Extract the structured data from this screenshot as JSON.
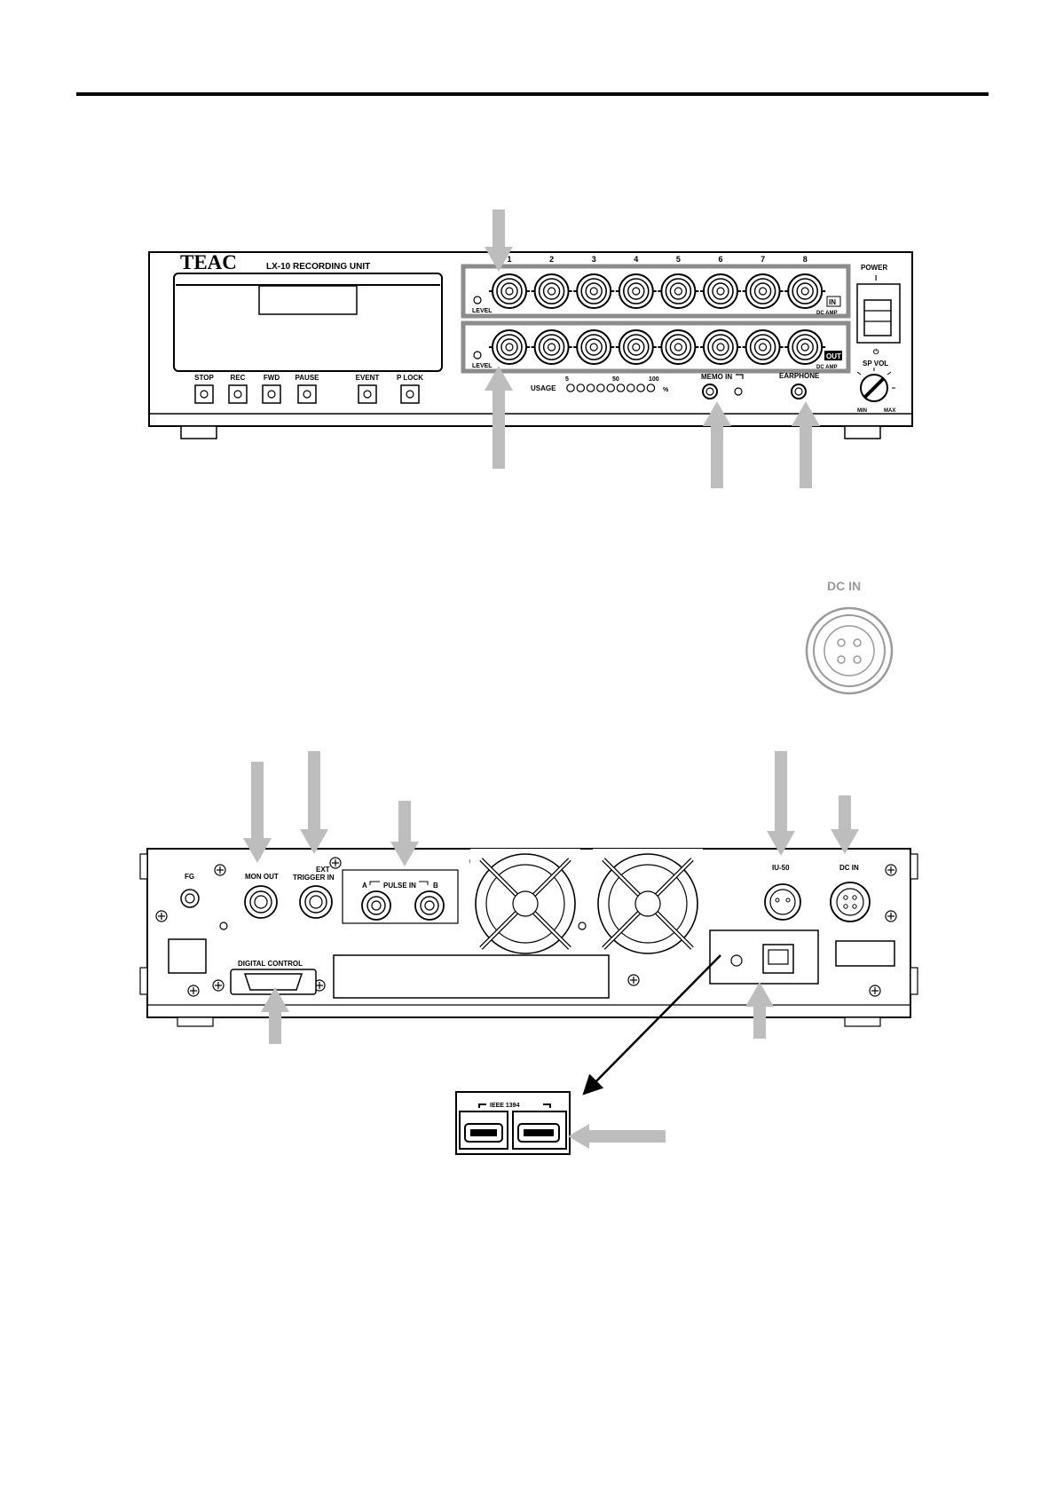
{
  "front_panel": {
    "brand": "TEAC",
    "model": "LX-10 RECORDING UNIT",
    "buttons": [
      "STOP",
      "REC",
      "FWD",
      "PAUSE",
      "EVENT",
      "P LOCK"
    ],
    "channel_numbers": [
      "1",
      "2",
      "3",
      "4",
      "5",
      "6",
      "7",
      "8"
    ],
    "level_label_in": "LEVEL",
    "level_label_out": "LEVEL",
    "in_badge": "IN",
    "out_badge": "OUT",
    "dc_amp_in": "DC AMP",
    "dc_amp_out": "DC AMP",
    "usage_label": "USAGE",
    "usage_scale": [
      "5",
      "50",
      "100"
    ],
    "usage_percent": "%",
    "memo_in": "MEMO IN",
    "earphone": "EARPHONE",
    "power": "POWER",
    "power_on_mark": "I",
    "power_off_mark": "⏻",
    "sp_vol": "SP VOL",
    "vol_min": "MIN",
    "vol_max": "MAX"
  },
  "dc_in_detail": {
    "label": "DC IN"
  },
  "rear_panel": {
    "fg": "FG",
    "mon_out": "MON OUT",
    "ext_trigger_line1": "EXT",
    "ext_trigger_line2": "TRIGGER IN",
    "pulse_in": "PULSE IN",
    "pulse_a": "A",
    "pulse_b": "B",
    "digital_control": "DIGITAL CONTROL",
    "iu_50": "IU-50",
    "dc_in": "DC IN"
  },
  "ieee_detail": {
    "label": "IEEE 1394"
  },
  "colors": {
    "ink": "#000000",
    "callout_arrow": "#bdbdbd",
    "highlight_frame": "#8c8c8c"
  }
}
